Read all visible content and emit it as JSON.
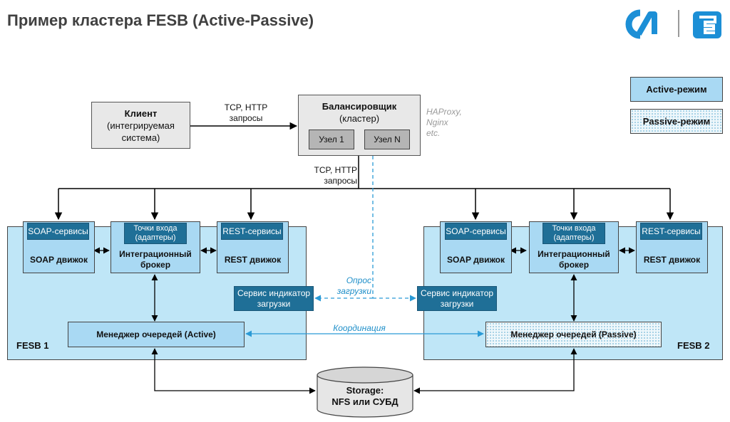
{
  "title": "Пример кластера FESB (Active-Passive)",
  "legend": {
    "active": "Active-режим",
    "passive": "Passive-режим"
  },
  "client": {
    "title": "Клиент",
    "line1": "(интегрируемая",
    "line2": "система)"
  },
  "balancer": {
    "title": "Балансировщик",
    "subtitle": "(кластер)",
    "node1": "Узел 1",
    "nodeN": "Узел N",
    "tech": [
      "HAProxy,",
      "Nginx",
      "etc."
    ]
  },
  "edge_labels": {
    "tcp1": "TCP, HTTP",
    "req1": "запросы",
    "tcp2": "TCP, HTTP",
    "req2": "запросы",
    "poll1": "Опрос",
    "poll2": "загрузки",
    "coord": "Координация"
  },
  "fesb1": {
    "label": "FESB 1",
    "soap_services": "SOAP-сервисы",
    "soap_engine": "SOAP движок",
    "entry1": "Точки входа",
    "entry2": "(адаптеры)",
    "broker1": "Интеграционный",
    "broker2": "брокер",
    "rest_services": "REST-сервисы",
    "rest_engine": "REST движок",
    "load1": "Сервис индикатор",
    "load2": "загрузки",
    "queue": "Менеджер очередей (Active)"
  },
  "fesb2": {
    "label": "FESB 2",
    "soap_services": "SOAP-сервисы",
    "soap_engine": "SOAP движок",
    "entry1": "Точки входа",
    "entry2": "(адаптеры)",
    "broker1": "Интеграционный",
    "broker2": "брокер",
    "rest_services": "REST-сервисы",
    "rest_engine": "REST движок",
    "load1": "Сервис индикатор",
    "load2": "загрузки",
    "queue": "Менеджер очередей (Passive)"
  },
  "storage": {
    "line1": "Storage:",
    "line2": "NFS или СУБД"
  },
  "colors": {
    "active": "#a9d9f3",
    "fesb_bg": "#bfe6f7",
    "dark_blue": "#1f6f97",
    "dashed": "#2a9ad6",
    "brand": "#1c8fd6"
  }
}
